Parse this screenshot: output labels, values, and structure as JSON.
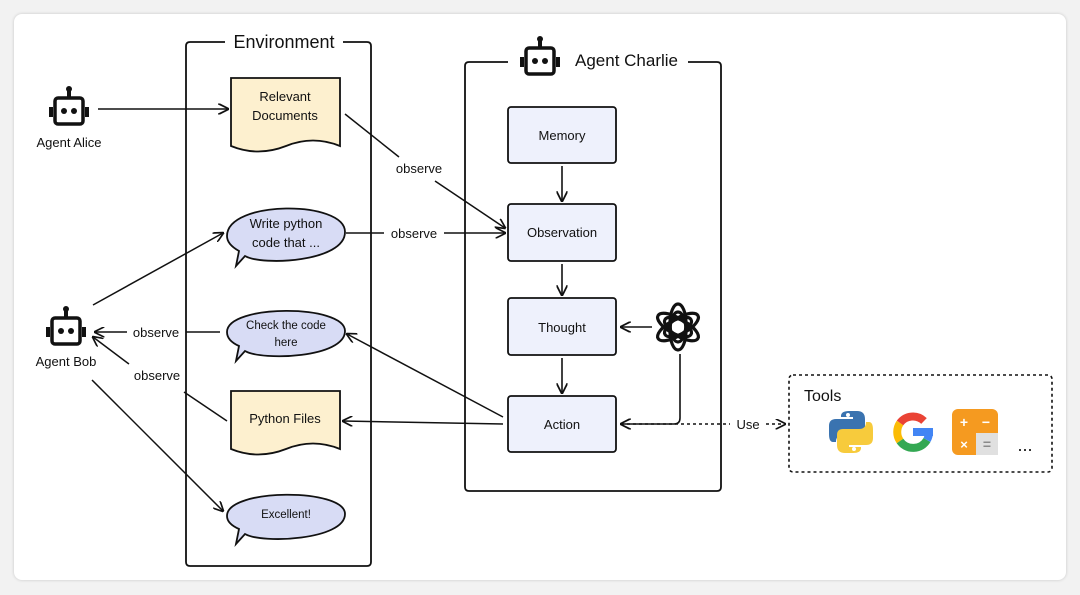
{
  "environment": {
    "title": "Environment",
    "relevant_documents": [
      "Relevant",
      "Documents"
    ],
    "write_python": [
      "Write python",
      "code that ..."
    ],
    "check_code": [
      "Check the code",
      "here"
    ],
    "python_files": "Python Files",
    "excellent": "Excellent!"
  },
  "agents": {
    "alice": "Agent Alice",
    "bob": "Agent Bob",
    "charlie": "Agent Charlie"
  },
  "pipeline": {
    "memory": "Memory",
    "observation": "Observation",
    "thought": "Thought",
    "action": "Action"
  },
  "edges": {
    "observe": "observe",
    "use": "Use"
  },
  "tools": {
    "title": "Tools",
    "more": "...",
    "icons": [
      "python-icon",
      "google-icon",
      "calculator-icon"
    ]
  },
  "colors": {
    "doc_fill": "#fdf0cf",
    "bubble_fill": "#d8dcf5",
    "step_fill": "#eef1fc",
    "stroke": "#111111"
  }
}
